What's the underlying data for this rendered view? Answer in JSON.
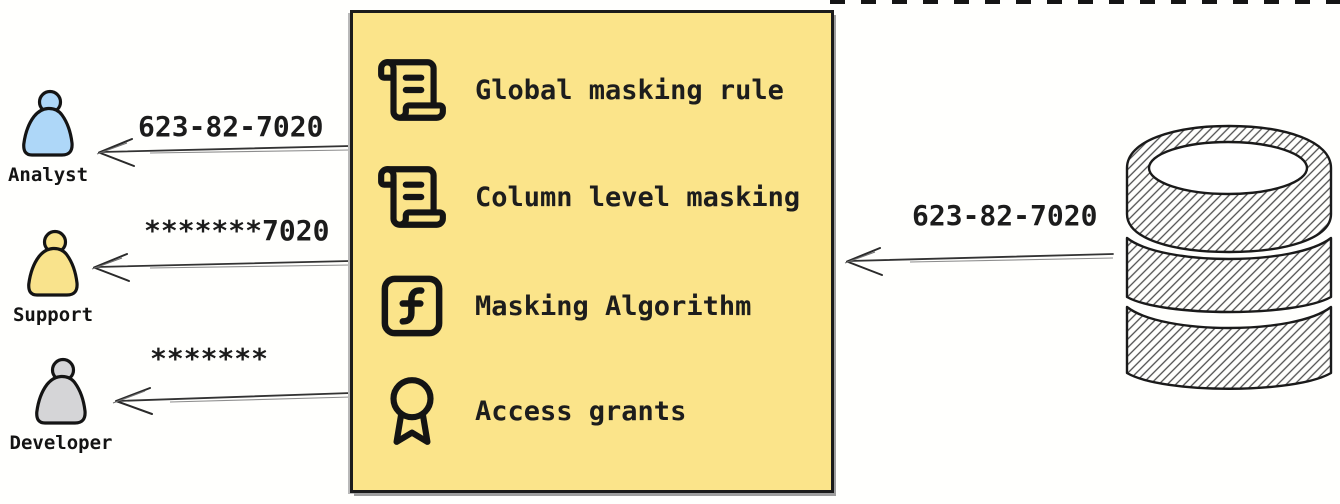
{
  "diagram": {
    "subject": "data-masking-flow"
  },
  "users": [
    {
      "role": "Analyst",
      "received_value": "623-82-7020",
      "fill": "#AED7F8"
    },
    {
      "role": "Support",
      "received_value": "*******7020",
      "fill": "#F9E38C"
    },
    {
      "role": "Developer",
      "received_value": "*******",
      "fill": "#D5D5D7"
    }
  ],
  "masking_box": {
    "fill": "#FBE48A",
    "border_color": "#1B1B1B",
    "items": [
      {
        "icon": "scroll-text-icon",
        "label": "Global masking rule"
      },
      {
        "icon": "scroll-text-icon",
        "label": "Column level masking"
      },
      {
        "icon": "function-square-icon",
        "label": "Masking Algorithm"
      },
      {
        "icon": "award-icon",
        "label": "Access grants"
      }
    ]
  },
  "database": {
    "icon": "database-icon",
    "source_value": "623-82-7020"
  },
  "colors": {
    "ink": "#1B1B1B",
    "arrow": "#333333",
    "shadow": "#9E9E9E"
  }
}
